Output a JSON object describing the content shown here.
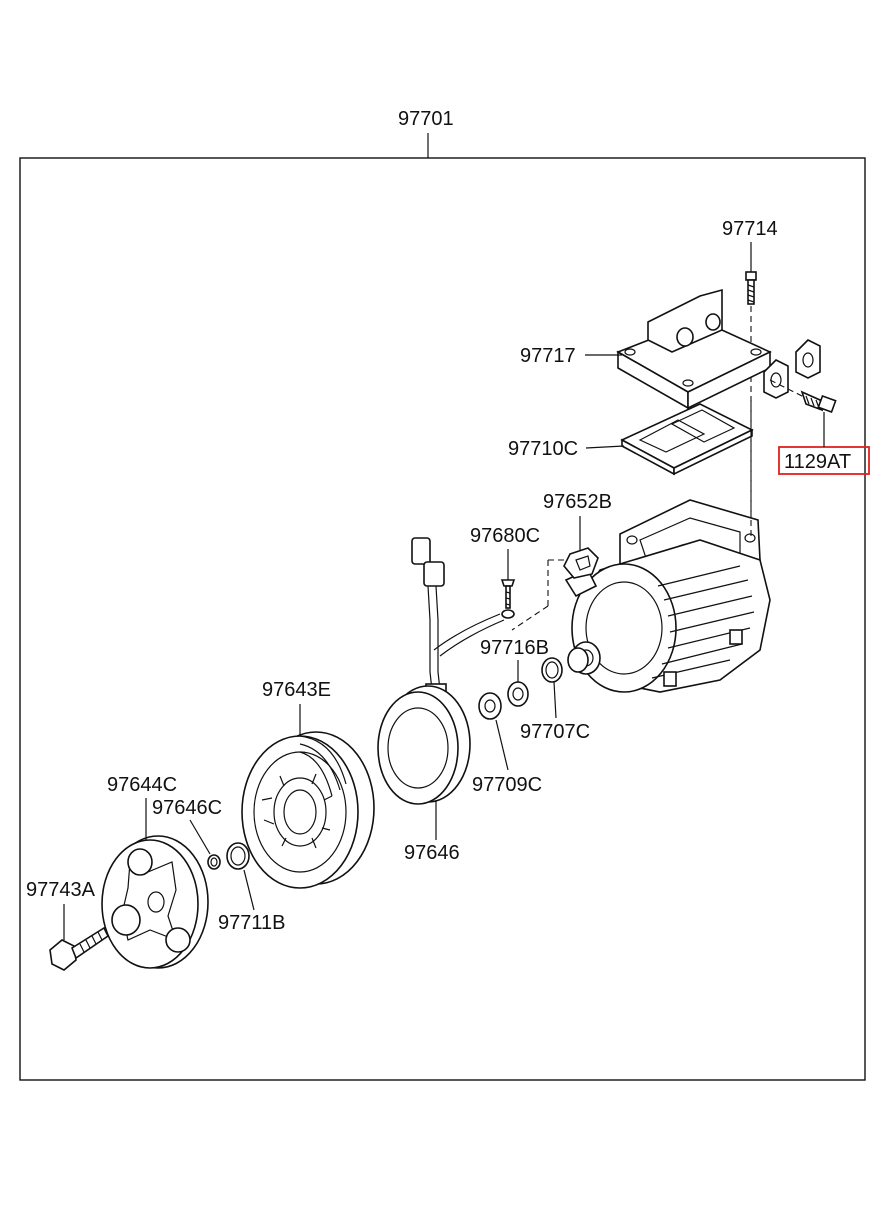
{
  "diagram": {
    "assembly_label": "97701",
    "highlight_color": "#e0201f",
    "labels": {
      "p97714": "97714",
      "p97717": "97717",
      "p97710C": "97710C",
      "p1129AT": "1129AT",
      "p97652B": "97652B",
      "p97680C": "97680C",
      "p97716B": "97716B",
      "p97707C": "97707C",
      "p97643E": "97643E",
      "p97709C": "97709C",
      "p97644C": "97644C",
      "p97646C": "97646C",
      "p97646": "97646",
      "p97743A": "97743A",
      "p97711B": "97711B"
    }
  }
}
